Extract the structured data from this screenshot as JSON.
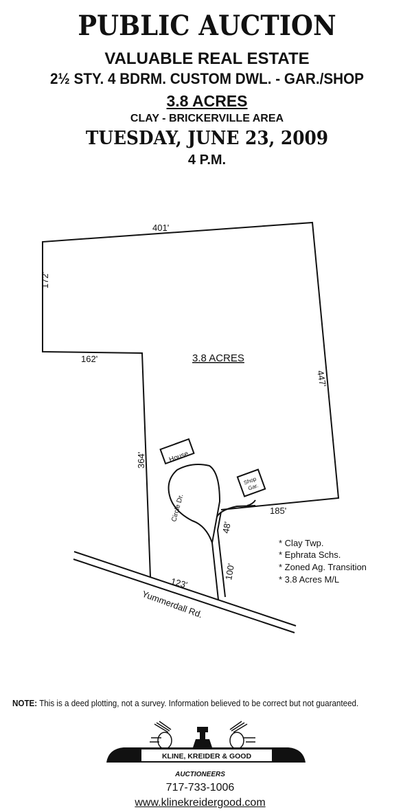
{
  "header": {
    "title": "PUBLIC AUCTION",
    "subtitle": "VALUABLE REAL ESTATE",
    "description": "2½ STY. 4 BDRM. CUSTOM DWL. - GAR./SHOP",
    "acreage": "3.8 ACRES",
    "area": "CLAY - BRICKERVILLE AREA",
    "date": "TUESDAY, JUNE 23, 2009",
    "time": "4 P.M."
  },
  "plot": {
    "dimensions": {
      "top": "401'",
      "left": "172'",
      "inner_top": "162'",
      "inner_left": "364'",
      "right": "447'",
      "bottom_right": "185'",
      "drive_upper": "48'",
      "drive_lower": "100'",
      "road_frontage": "123'"
    },
    "acreage_label": "3.8 ACRES",
    "house_label": "House",
    "shop_label_1": "Shop",
    "shop_label_2": "Gar.",
    "drive_label": "Circle Dr.",
    "road_label": "Yummerdall Rd.",
    "features": [
      "* Clay Twp.",
      "* Ephrata Schs.",
      "* Zoned Ag. Transition",
      "* 3.8 Acres M/L"
    ]
  },
  "footer": {
    "note_label": "NOTE:",
    "note_text": " This is a deed plotting, not a survey. Information believed to be correct but not guaranteed.",
    "company": "KLINE, KREIDER & GOOD",
    "company_type": "AUCTIONEERS",
    "phone": "717-733-1006",
    "website": "www.klinekreidergood.com"
  }
}
